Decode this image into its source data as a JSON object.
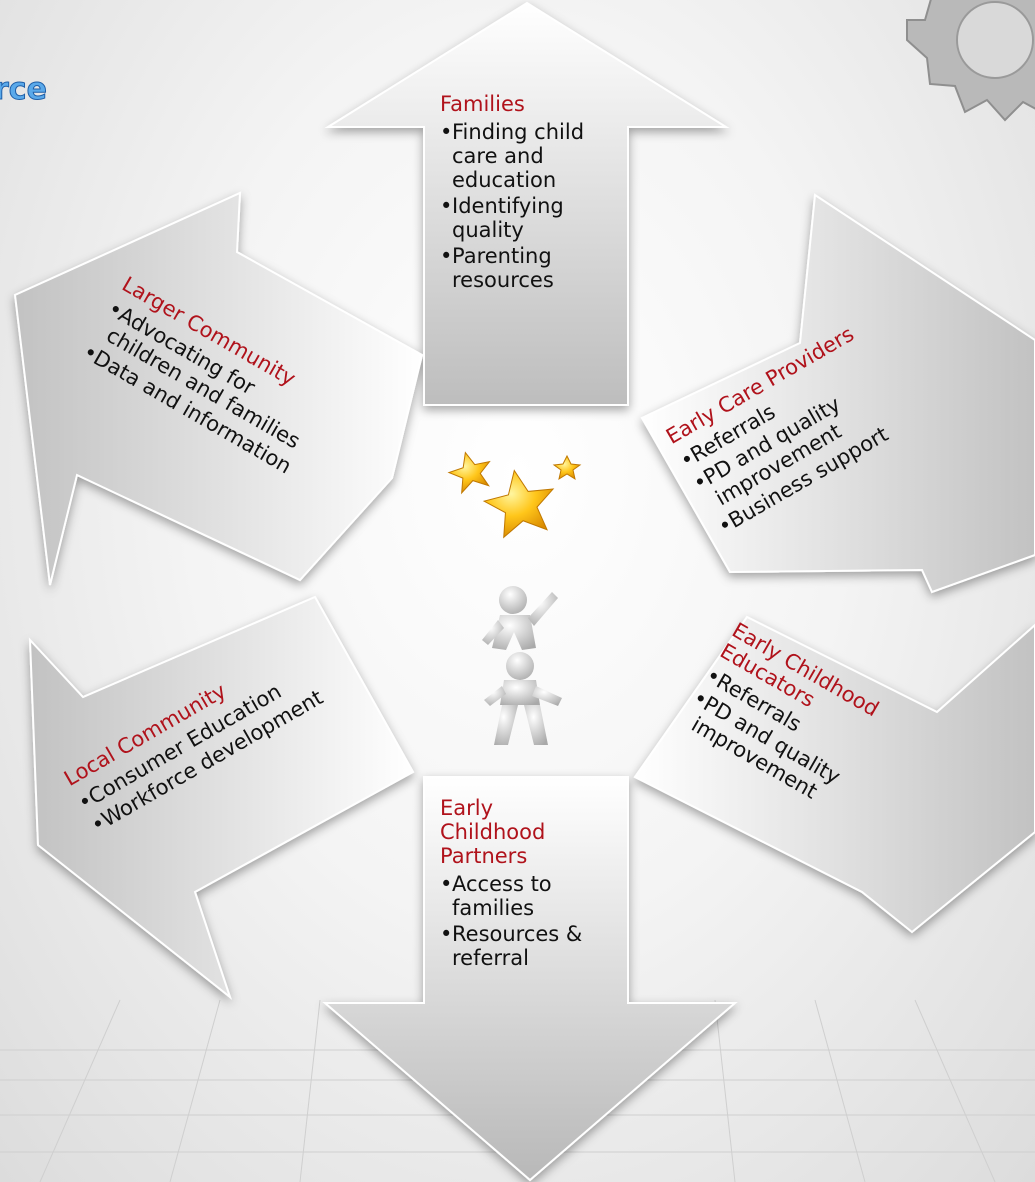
{
  "title_fragment": "rce",
  "colors": {
    "heading": "#b0121b",
    "title": "#5aa9ea",
    "arrow_light": "#ffffff",
    "arrow_dark": "#c4c4c4"
  },
  "icons": [
    "gear-icon",
    "stars-icon",
    "stick-figures-icon"
  ],
  "sections": {
    "families": {
      "heading": "Families",
      "items": [
        "Finding child care and education",
        "Identifying quality",
        "Parenting resources"
      ]
    },
    "early_care_providers": {
      "heading": "Early Care Providers",
      "items": [
        "Referrals",
        "PD and quality improvement",
        "Business support"
      ]
    },
    "early_childhood_educators": {
      "heading": "Early Childhood Educators",
      "items": [
        "Referrals",
        "PD and quality improvement"
      ]
    },
    "early_childhood_partners": {
      "heading": "Early Childhood Partners",
      "items": [
        "Access to families",
        "Resources & referral"
      ]
    },
    "local_community": {
      "heading": "Local Community",
      "items": [
        "Consumer Education",
        "Workforce development"
      ]
    },
    "larger_community": {
      "heading": "Larger Community",
      "items": [
        "Advocating for children and families",
        "Data and information"
      ]
    }
  }
}
